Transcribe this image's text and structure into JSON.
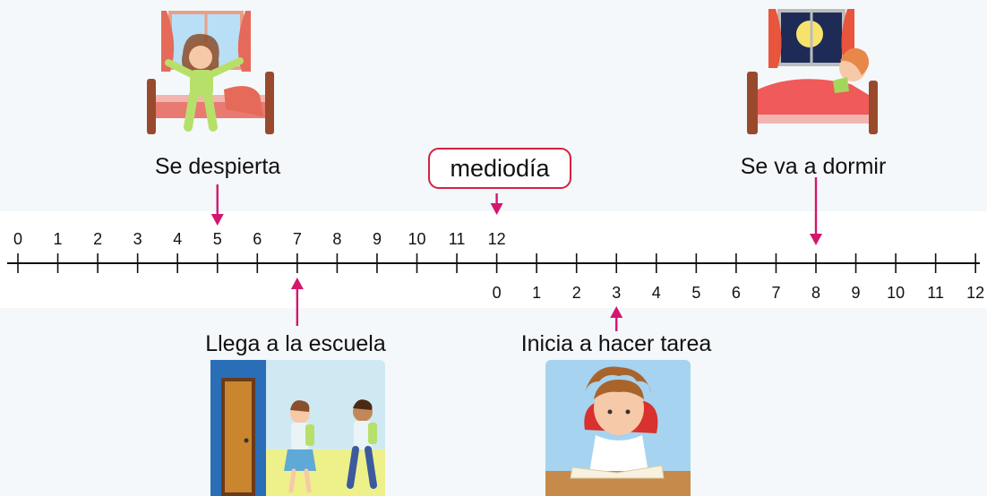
{
  "timeline": {
    "morning_ticks": [
      "0",
      "1",
      "2",
      "3",
      "4",
      "5",
      "6",
      "7",
      "8",
      "9",
      "10",
      "11",
      "12"
    ],
    "afternoon_ticks": [
      "0",
      "1",
      "2",
      "3",
      "4",
      "5",
      "6",
      "7",
      "8",
      "9",
      "10",
      "11",
      "12"
    ]
  },
  "noon_label": "mediodía",
  "events": {
    "wake": {
      "label": "Se despierta",
      "hour": 5,
      "half": "morning"
    },
    "school": {
      "label": "Llega a la escuela",
      "hour": 7,
      "half": "morning"
    },
    "homework": {
      "label": "Inicia a hacer tarea",
      "hour": 3,
      "half": "afternoon"
    },
    "sleep": {
      "label": "Se va a dormir",
      "hour": 8,
      "half": "afternoon"
    }
  },
  "colors": {
    "arrow": "#d4166f",
    "noon_border": "#d4213d",
    "axis": "#111111"
  },
  "icons": [
    "girl-waking-up-icon",
    "boy-sleeping-icon",
    "kids-arriving-school-icon",
    "boy-doing-homework-icon"
  ]
}
